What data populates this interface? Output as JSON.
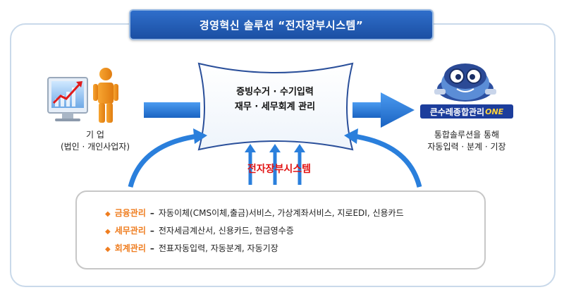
{
  "title": "경영혁신 솔루션  “전자장부시스템”",
  "left": {
    "label_line1": "기 업",
    "label_line2": "(법인 · 개인사업자)"
  },
  "center": {
    "line1": "증빙수거 · 수기입력",
    "line2": "재무 · 세무회계 관리"
  },
  "right": {
    "logo_text": "큰수레종합관리",
    "logo_suffix": "ONE",
    "caption_line1": "통합솔루션을 통해",
    "caption_line2": "자동입력 · 분계 · 기장"
  },
  "system_label": "전자장부시스템",
  "info": [
    {
      "key": "금융관리",
      "desc": "자동이체(CMS이체,출금)서비스, 가상계좌서비스, 지로EDI, 신용카드"
    },
    {
      "key": "세무관리",
      "desc": "전자세금계산서, 신용카드, 현금영수증"
    },
    {
      "key": "회계관리",
      "desc": "전표자동입력, 자동분계, 자동기장"
    }
  ],
  "colors": {
    "arrow_blue": "#2a7fdc",
    "frame": "#c9d9ea",
    "accent_orange": "#ef7d1f",
    "system_red": "#e21414",
    "title_blue": "#1b4fa3"
  }
}
